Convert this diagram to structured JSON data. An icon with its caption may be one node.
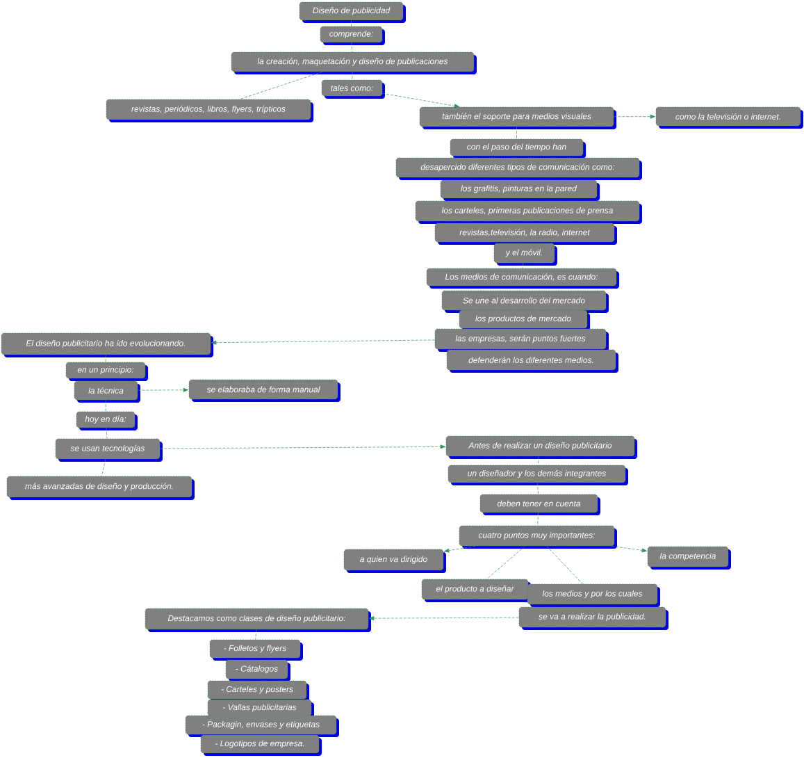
{
  "diagram": {
    "nodes": [
      {
        "text": [
          "Diseño de publicidad"
        ]
      },
      {
        "text": [
          "comprende:"
        ]
      },
      {
        "text": [
          "la creación, maquetación y diseño de publicaciones"
        ]
      },
      {
        "text": [
          "tales como:"
        ]
      },
      {
        "text": [
          "revistas, periódicos, libros, flyers, trípticos"
        ]
      },
      {
        "text": [
          "también el soporte para medios visuales"
        ]
      },
      {
        "text": [
          "como la televisión o internet."
        ]
      },
      {
        "text": [
          "con el paso del tiempo han"
        ]
      },
      {
        "text": [
          "desapercido diferentes tipos de comunicación como:"
        ]
      },
      {
        "text": [
          "los grafitis, pinturas en la pared"
        ]
      },
      {
        "text": [
          "los carteles, primeras publicaciones de prensa"
        ]
      },
      {
        "text": [
          "revistas,televisión, la radio, internet"
        ]
      },
      {
        "text": [
          "y el móvil."
        ]
      },
      {
        "text": [
          "Los medios de comunicación, es cuando:"
        ]
      },
      {
        "text": [
          "Se une al desarrollo del mercado"
        ]
      },
      {
        "text": [
          "los productos de mercado"
        ]
      },
      {
        "text": [
          "las empresas, serán puntos fuertes"
        ]
      },
      {
        "text": [
          "defenderán los diferentes medios."
        ]
      },
      {
        "text": [
          "El diseño publicitario ha ido evolucionando."
        ]
      },
      {
        "text": [
          "en un principio:"
        ]
      },
      {
        "text": [
          "la técnica"
        ]
      },
      {
        "text": [
          "se elaboraba de forma manual"
        ]
      },
      {
        "text": [
          "hoy en día:"
        ]
      },
      {
        "text": [
          "se usan tecnologías"
        ]
      },
      {
        "text": [
          "más avanzadas de diseño y producción."
        ]
      },
      {
        "text": [
          "Antes de realizar un diseño publicitario"
        ]
      },
      {
        "text": [
          "un diseñador y los demás integrantes"
        ]
      },
      {
        "text": [
          "deben tener en cuenta"
        ]
      },
      {
        "text": [
          "cuatro puntos muy importantes:"
        ]
      },
      {
        "text": [
          "a quien va dirigido"
        ]
      },
      {
        "text": [
          "la competencia"
        ]
      },
      {
        "text": [
          "el producto a diseñar"
        ]
      },
      {
        "text": [
          "los medios y por los cuales"
        ]
      },
      {
        "text": [
          "se va a realizar la publicidad."
        ]
      },
      {
        "text": [
          "Destacamos como clases de diseño publicitario:"
        ]
      },
      {
        "text": [
          "- Folletos y flyers"
        ]
      },
      {
        "text": [
          "- Cátalogos"
        ]
      },
      {
        "text": [
          "- Carteles y posters"
        ]
      },
      {
        "text": [
          "- Vallas publicitarias"
        ]
      },
      {
        "text": [
          "- Packagin, envases y etiquetas"
        ]
      },
      {
        "text": [
          "- Logotipos de empresa."
        ]
      }
    ],
    "edges": [
      {
        "from": 0,
        "to": 1,
        "arrow": "none"
      },
      {
        "from": 1,
        "to": 2,
        "arrow": "none"
      },
      {
        "from": 2,
        "to": 3,
        "arrow": "none"
      },
      {
        "from": 2,
        "to": 4,
        "arrow": "none"
      },
      {
        "from": 3,
        "to": 5,
        "arrow": "to"
      },
      {
        "from": 5,
        "to": 6,
        "arrow": "to"
      },
      {
        "from": 5,
        "to": 7,
        "arrow": "none"
      },
      {
        "from": 12,
        "to": 13,
        "arrow": "none"
      },
      {
        "from": 16,
        "to": 18,
        "arrow": "to"
      },
      {
        "from": 18,
        "to": 19,
        "arrow": "none"
      },
      {
        "from": 20,
        "to": 21,
        "arrow": "to"
      },
      {
        "from": 20,
        "to": 22,
        "arrow": "none"
      },
      {
        "from": 22,
        "to": 23,
        "arrow": "none"
      },
      {
        "from": 23,
        "to": 24,
        "arrow": "none"
      },
      {
        "from": 23,
        "to": 25,
        "arrow": "to"
      },
      {
        "from": 25,
        "to": 26,
        "arrow": "none"
      },
      {
        "from": 26,
        "to": 27,
        "arrow": "none"
      },
      {
        "from": 27,
        "to": 28,
        "arrow": "none"
      },
      {
        "from": 28,
        "to": 29,
        "arrow": "to"
      },
      {
        "from": 28,
        "to": 30,
        "arrow": "to"
      },
      {
        "from": 28,
        "to": 31,
        "arrow": "none"
      },
      {
        "from": 28,
        "to": 32,
        "arrow": "none"
      },
      {
        "from": 33,
        "to": 34,
        "arrow": "to"
      },
      {
        "from": 34,
        "to": 35,
        "arrow": "none"
      }
    ]
  }
}
